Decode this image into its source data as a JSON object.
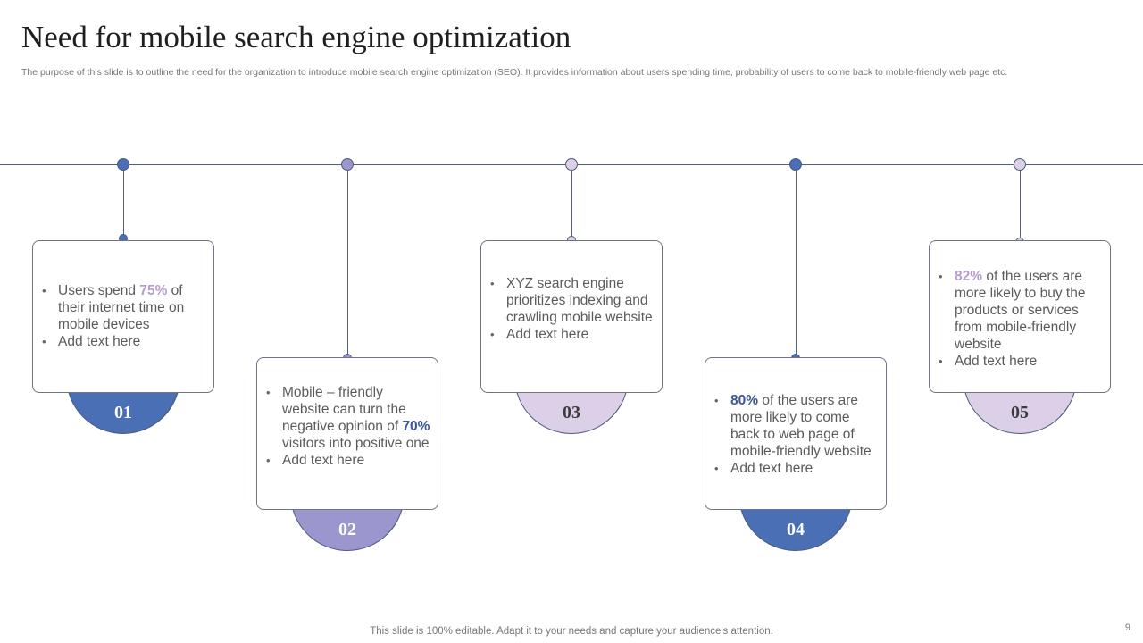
{
  "title": "Need for mobile search engine optimization",
  "subtitle": "The purpose of this slide is to outline the need for the organization to introduce mobile search engine optimization (SEO). It provides information about users spending time, probability of users to come back to mobile-friendly web page etc.",
  "colors": {
    "blue": "#4a6fb5",
    "purple": "#9c96cf",
    "lavender": "#dcd0e8",
    "highlight_purple": "#b79cd0",
    "highlight_blue": "#3a569a"
  },
  "steps": [
    {
      "number": "01",
      "bullets": [
        {
          "pre": "Users spend ",
          "hl": "75%",
          "post": " of their internet time on mobile devices"
        },
        {
          "pre": "Add text here",
          "hl": "",
          "post": ""
        }
      ]
    },
    {
      "number": "02",
      "bullets": [
        {
          "pre": "Mobile – friendly website can turn the negative opinion of ",
          "hl": "70%",
          "post": " visitors into positive one"
        },
        {
          "pre": "Add text here",
          "hl": "",
          "post": ""
        }
      ]
    },
    {
      "number": "03",
      "bullets": [
        {
          "pre": "XYZ search engine prioritizes indexing and crawling mobile website",
          "hl": "",
          "post": ""
        },
        {
          "pre": "Add text here",
          "hl": "",
          "post": ""
        }
      ]
    },
    {
      "number": "04",
      "bullets": [
        {
          "pre": "",
          "hl": "80%",
          "post": " of the users are more likely to come back to web page of mobile-friendly website"
        },
        {
          "pre": "Add text here",
          "hl": "",
          "post": ""
        }
      ]
    },
    {
      "number": "05",
      "bullets": [
        {
          "pre": "",
          "hl": "82%",
          "post": " of the users are more likely to buy the products or services from mobile-friendly website"
        },
        {
          "pre": "Add text here",
          "hl": "",
          "post": ""
        }
      ]
    }
  ],
  "footer": "This slide is 100% editable. Adapt it to your needs and capture your audience's attention.",
  "page_number": "9"
}
